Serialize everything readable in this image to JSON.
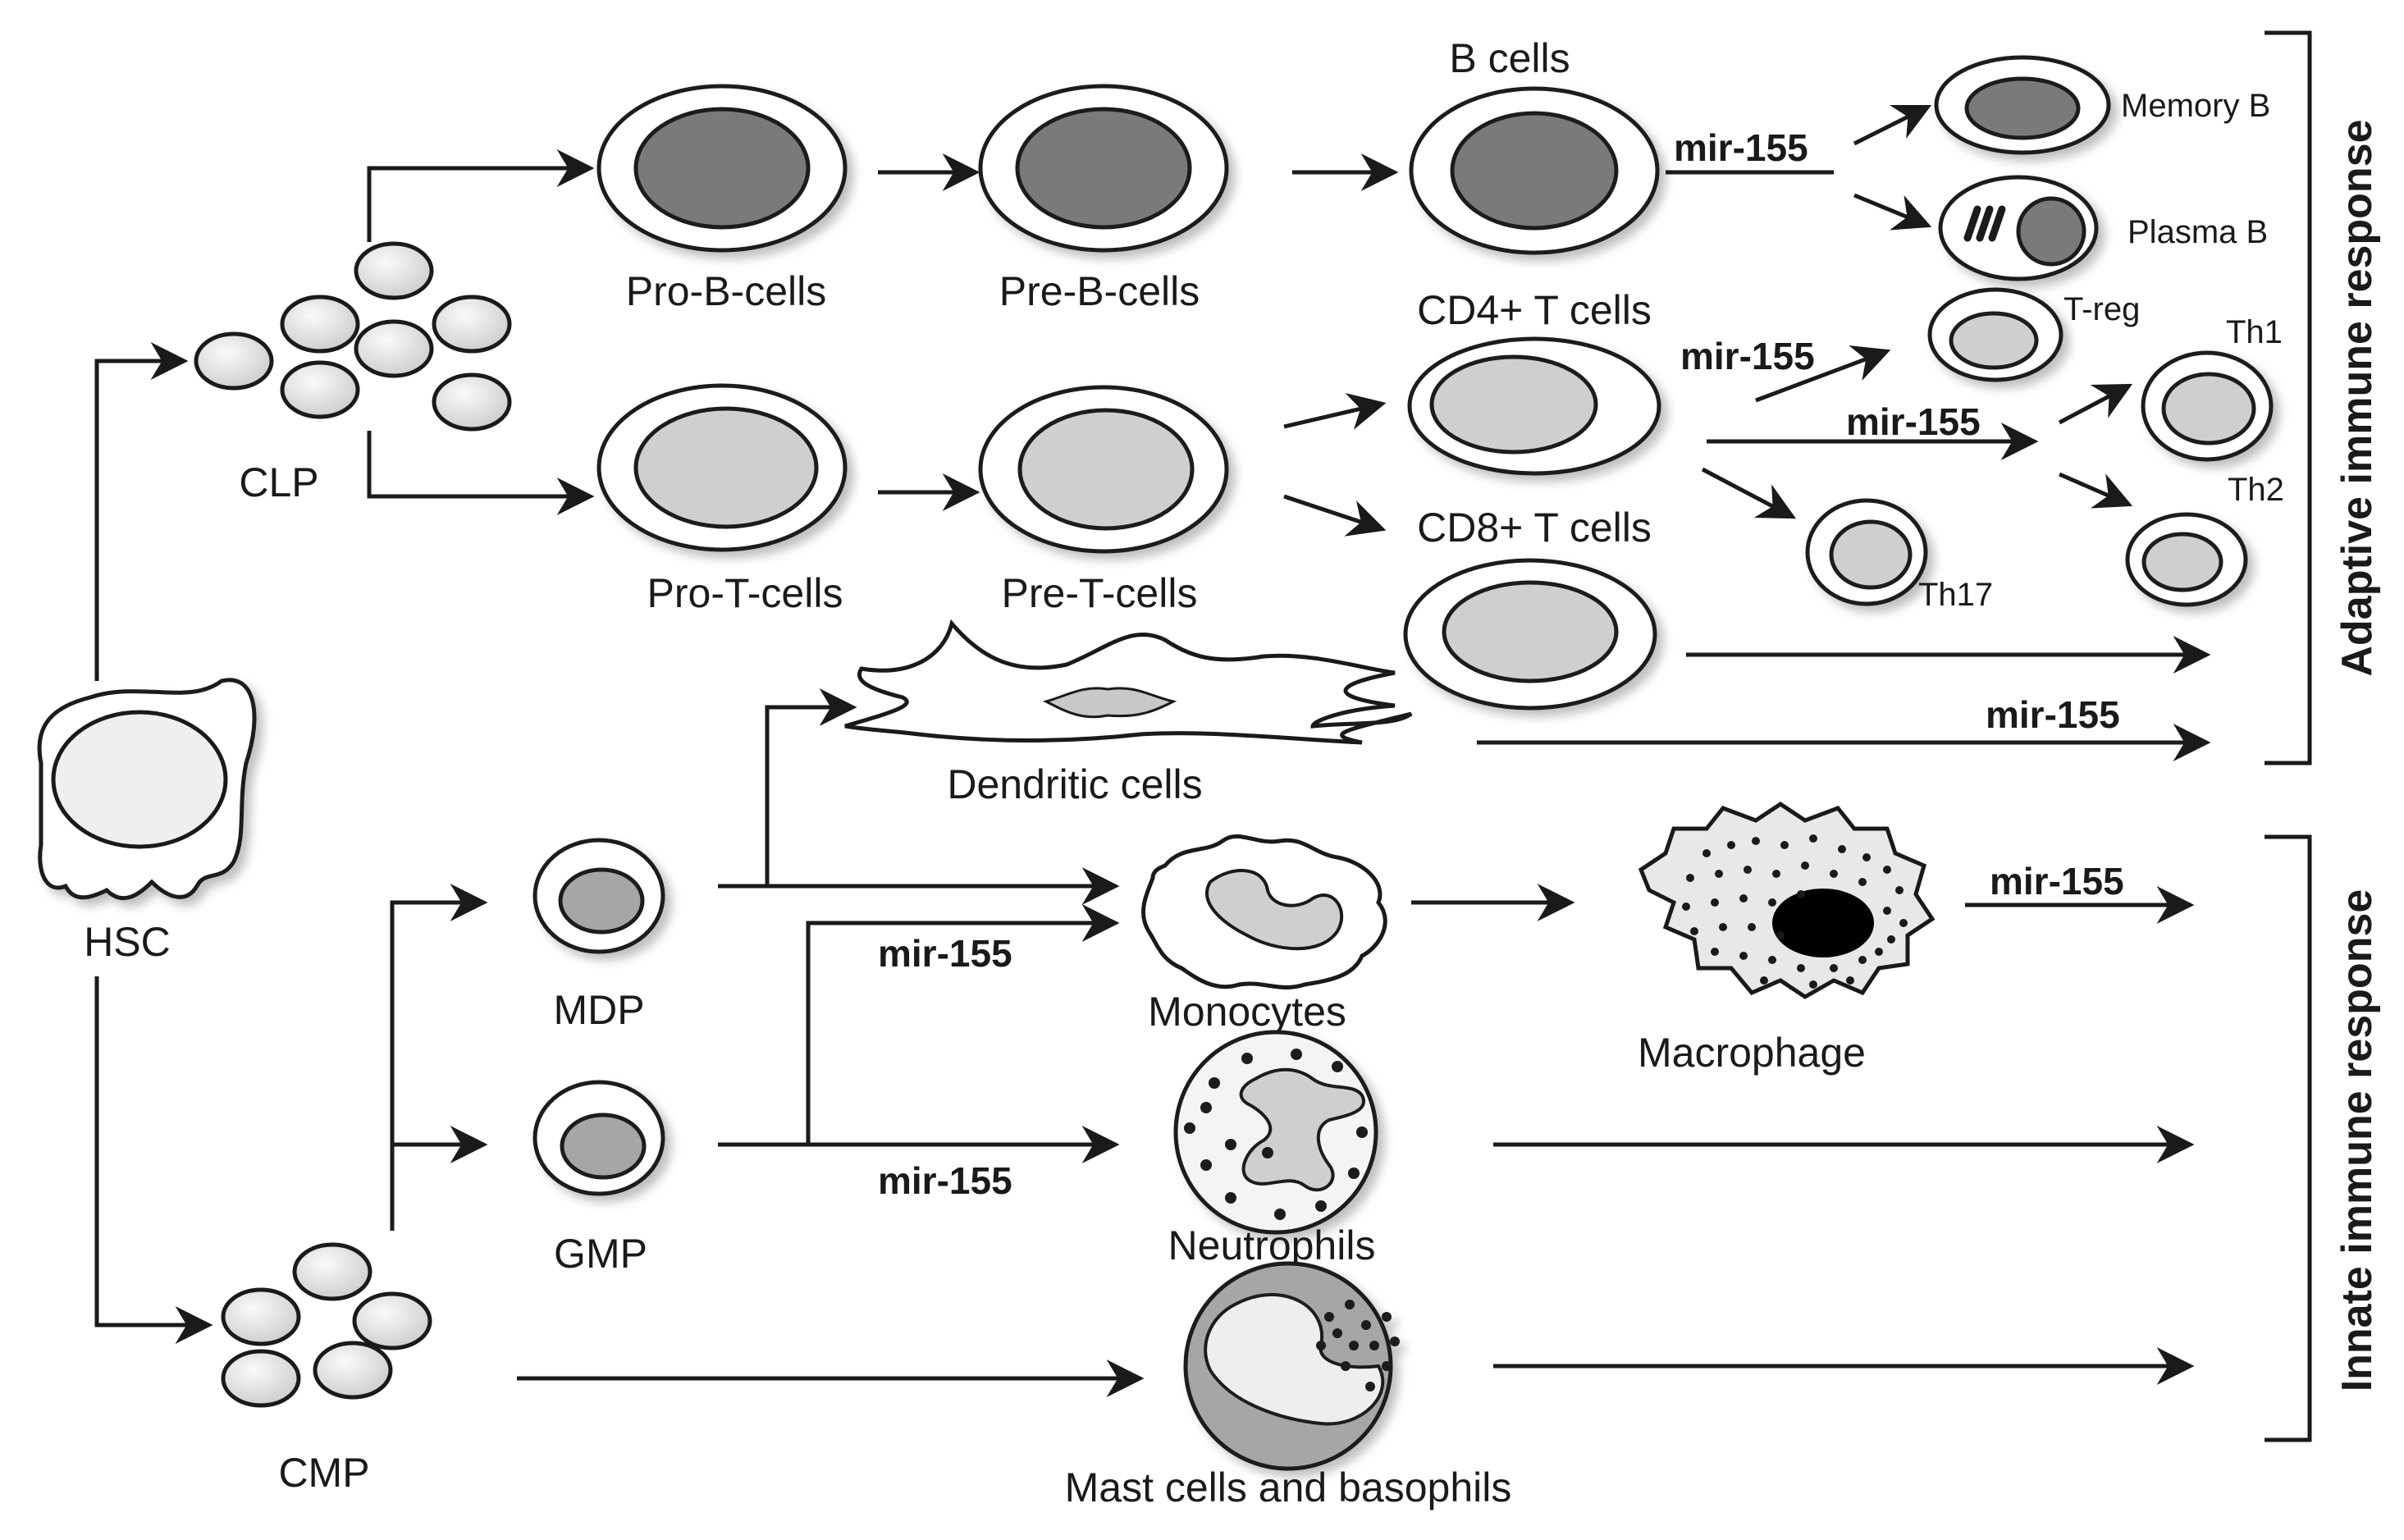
{
  "labels": {
    "hsc": "HSC",
    "clp": "CLP",
    "cmp": "CMP",
    "pro_b": "Pro-B-cells",
    "pre_b": "Pre-B-cells",
    "b_cells": "B cells",
    "memory_b": "Memory B",
    "plasma_b": "Plasma B",
    "pro_t": "Pro-T-cells",
    "pre_t": "Pre-T-cells",
    "cd4": "CD4+ T cells",
    "cd8": "CD8+ T cells",
    "treg": "T-reg",
    "th1": "Th1",
    "th2": "Th2",
    "th17": "Th17",
    "dendritic": "Dendritic cells",
    "mdp": "MDP",
    "gmp": "GMP",
    "monocytes": "Monocytes",
    "macrophage": "Macrophage",
    "neutrophils": "Neutrophils",
    "mast": "Mast cells and basophils",
    "adaptive": "Adaptive immune response",
    "innate": "Innate immune response"
  },
  "mir": "mir-155",
  "colors": {
    "dark_nucleus": "#7a7a7a",
    "light_nucleus": "#cfcfcf",
    "progenitor": "#e3e3e3",
    "line": "#1a1a1a"
  }
}
